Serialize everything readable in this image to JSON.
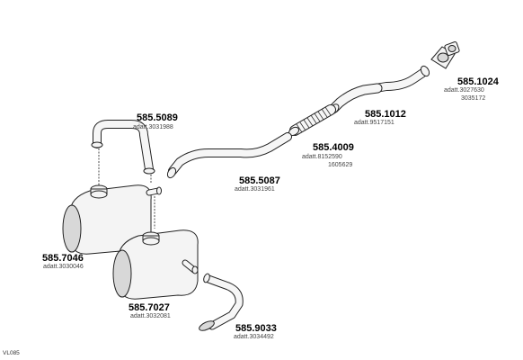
{
  "parts": [
    {
      "id": "p1024",
      "number": "585.1024",
      "refs": [
        "adatt.3027630",
        "3035172"
      ]
    },
    {
      "id": "p1012",
      "number": "585.1012",
      "refs": [
        "adatt.9517151"
      ]
    },
    {
      "id": "p4009",
      "number": "585.4009",
      "refs": [
        "adatt.8152590",
        "1605629"
      ]
    },
    {
      "id": "p5089",
      "number": "585.5089",
      "refs": [
        "adatt.3031988"
      ]
    },
    {
      "id": "p5087",
      "number": "585.5087",
      "refs": [
        "adatt.3031961"
      ]
    },
    {
      "id": "p7046",
      "number": "585.7046",
      "refs": [
        "adatt.3030046"
      ]
    },
    {
      "id": "p7027",
      "number": "585.7027",
      "refs": [
        "adatt.3032081"
      ]
    },
    {
      "id": "p9033",
      "number": "585.9033",
      "refs": [
        "adatt.3034492"
      ]
    }
  ],
  "diagram_code": "VL085"
}
